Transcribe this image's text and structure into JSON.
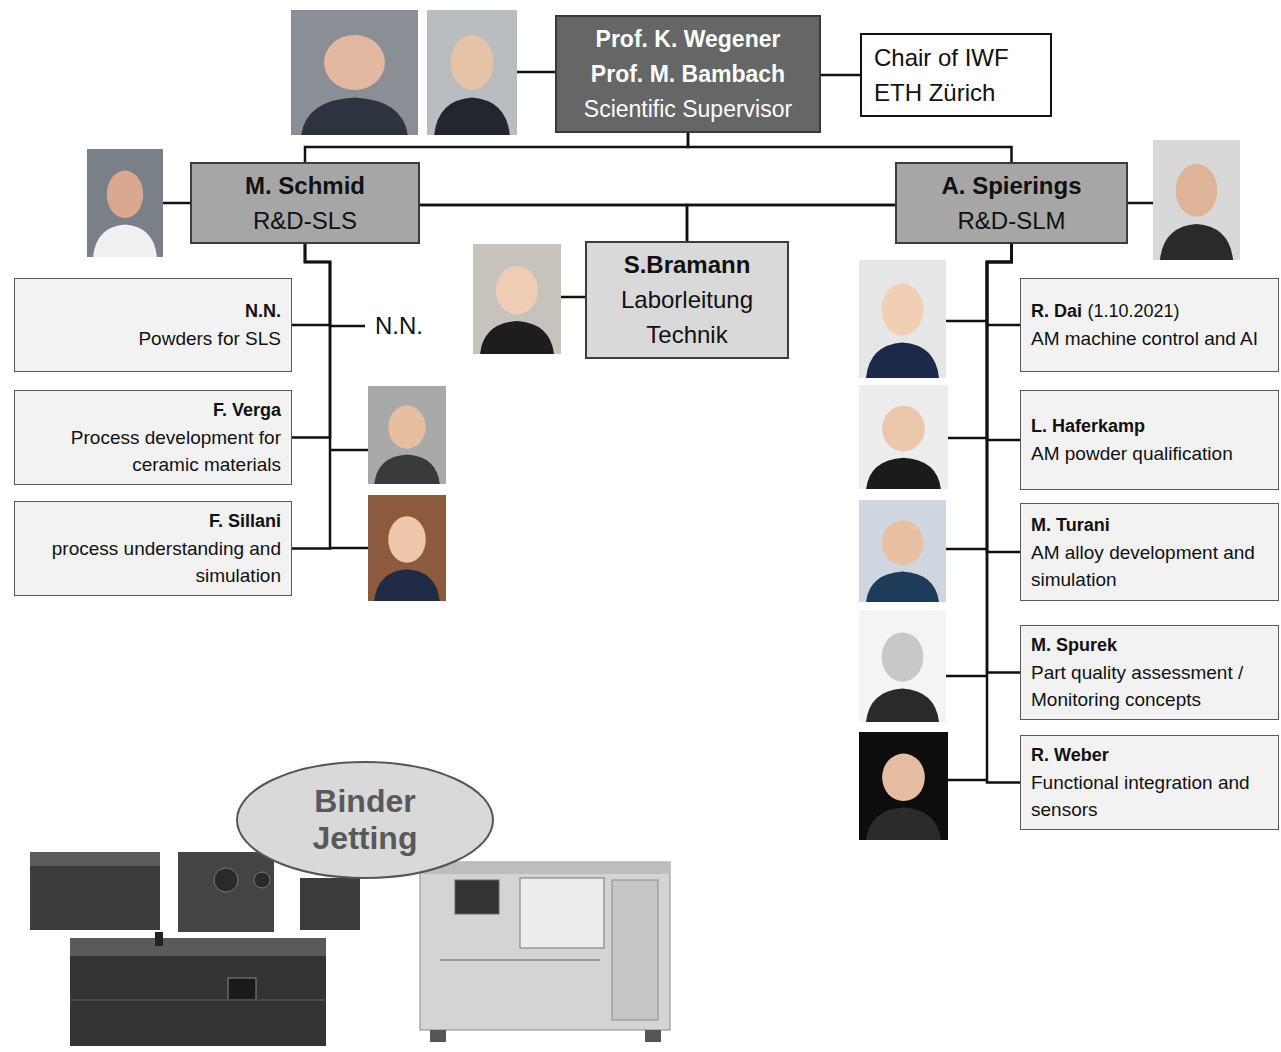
{
  "diagram": {
    "nodes": [
      {
        "text": [
          "Prof. K. Wegener",
          "Prof. M. Bambach",
          "Scientific Supervisor"
        ]
      },
      {
        "text": [
          "Chair of IWF",
          "ETH Zürich"
        ]
      },
      {
        "text": [
          "M. Schmid",
          "R&D-SLS"
        ]
      },
      {
        "text": [
          "A. Spierings",
          "R&D-SLM"
        ]
      },
      {
        "text": [
          "S.Bramann",
          "Laborleitung Technik"
        ]
      },
      {
        "text": [
          "N.N.",
          "Powders for SLS"
        ]
      },
      {
        "text": [
          "F. Verga",
          "Process development for ceramic materials"
        ]
      },
      {
        "text": [
          "F. Sillani",
          "process understanding and simulation"
        ]
      },
      {
        "text": [
          "R. Dai",
          "(1.10.2021)",
          "AM machine control and AI"
        ]
      },
      {
        "text": [
          "L. Haferkamp",
          "AM powder qualification"
        ]
      },
      {
        "text": [
          "M. Turani",
          "AM alloy development and simulation"
        ]
      },
      {
        "text": [
          "M. Spurek",
          "Part quality assessment / Monitoring concepts"
        ]
      },
      {
        "text": [
          "R. Weber",
          "Functional integration and sensors"
        ]
      },
      {
        "text": [
          "Binder Jetting"
        ]
      }
    ],
    "edges": [
      {
        "from": 0,
        "to": 1,
        "arrow": "none"
      },
      {
        "from": 0,
        "to": 2,
        "arrow": "none"
      },
      {
        "from": 0,
        "to": 3,
        "arrow": "none"
      },
      {
        "from": 2,
        "to": 3,
        "arrow": "none"
      },
      {
        "from": 2,
        "to": 4,
        "arrow": "none"
      },
      {
        "from": 3,
        "to": 4,
        "arrow": "none"
      },
      {
        "from": 2,
        "to": 5,
        "arrow": "none"
      },
      {
        "from": 2,
        "to": 6,
        "arrow": "none"
      },
      {
        "from": 2,
        "to": 7,
        "arrow": "none"
      },
      {
        "from": 3,
        "to": 8,
        "arrow": "none"
      },
      {
        "from": 3,
        "to": 9,
        "arrow": "none"
      },
      {
        "from": 3,
        "to": 10,
        "arrow": "none"
      },
      {
        "from": 3,
        "to": 11,
        "arrow": "none"
      },
      {
        "from": 3,
        "to": 12,
        "arrow": "none"
      }
    ],
    "labels": [
      "N.N."
    ]
  }
}
